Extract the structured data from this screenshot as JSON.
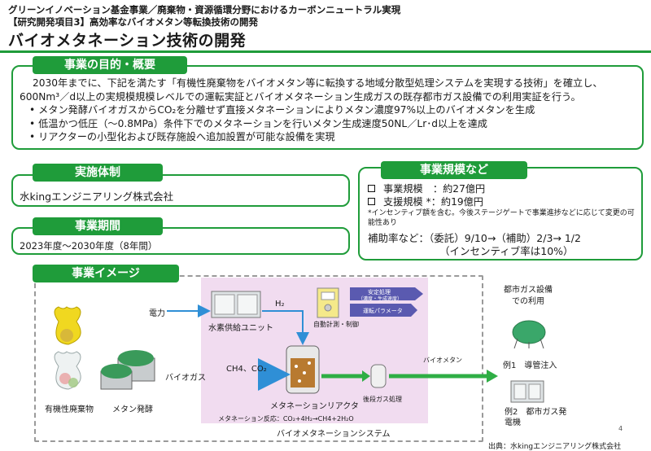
{
  "header": {
    "line1": "グリーンイノベーション基金事業／廃棄物・資源循環分野におけるカーボンニュートラル実現",
    "line2": "【研究開発項目3】高効率なバイオメタン等転換技術の開発",
    "title": "バイオメタネーション技術の開発"
  },
  "purpose": {
    "tag": "事業の目的・概要",
    "lines": [
      "2030年までに、下記を満たす「有機性廃棄物をバイオメタン等に転換する地域分散型処理システムを実現する技術」を確立し、",
      "600Nm³／d以上の実規模規模レベルでの運転実証とバイオメタネーション生成ガスの既存都市ガス設備での利用実証を行う。"
    ],
    "bullets": [
      "•  メタン発酵バイオガスからCO₂を分離せず直接メタネーションによりメタン濃度97%以上のバイオメタンを生成",
      "•  低温かつ低圧（～0.8MPa）条件下でのメタネーションを行いメタン生成速度50NL／Lr･d以上を達成",
      "•  リアクターの小型化および既存施設へ追加設置が可能な設備を実現"
    ]
  },
  "taisei": {
    "tag": "実施体制",
    "value": "水kingエンジニアリング株式会社"
  },
  "kikan": {
    "tag": "事業期間",
    "value": "2023年度～2030年度（8年間）"
  },
  "scale": {
    "tag": "事業規模など",
    "line1": "事業規模　：約27億円",
    "line2": "支援規模 *：約19億円",
    "note": "*インセンティブ額を含む。今後ステージゲートで事業進捗などに応じて変更の可能性あり",
    "rate1": "補助率など：（委託）9/10→（補助）2/3→ 1/2",
    "rate2": "（インセンティブ率は10%）"
  },
  "image": {
    "tag": "事業イメージ",
    "organic_waste": "有機性廃棄物",
    "methane_ferment": "メタン発酵",
    "power": "電力",
    "h2": "H₂",
    "h2_unit": "水素供給ユニット",
    "auto_control": "自動計測・制御",
    "stable_op": "安定処理",
    "stable_op_sub": "（濃度・生成速度）",
    "op_params": "運転パラメータ",
    "biogas": "バイオガス",
    "ch4_co2": "CH4、CO₂",
    "reactor": "メタネーションリアクタ",
    "post_gas": "後段ガス処理",
    "biomethane": "バイオメタン",
    "reaction": "メタネーション反応：CO₂+4H₂→CH4+2H₂O",
    "system_label": "バイオメタネーションシステム",
    "city_gas": "都市ガス設備での利用",
    "example1": "例1　導管注入",
    "example2": "例2　都市ガス発電機"
  },
  "page_number": "4",
  "source": "出典：水kingエンジニアリング株式会社",
  "colors": {
    "accent_green": "#1f9c3a",
    "system_bg": "#f1dcf0",
    "arrow_blue": "#2f8fd6"
  }
}
